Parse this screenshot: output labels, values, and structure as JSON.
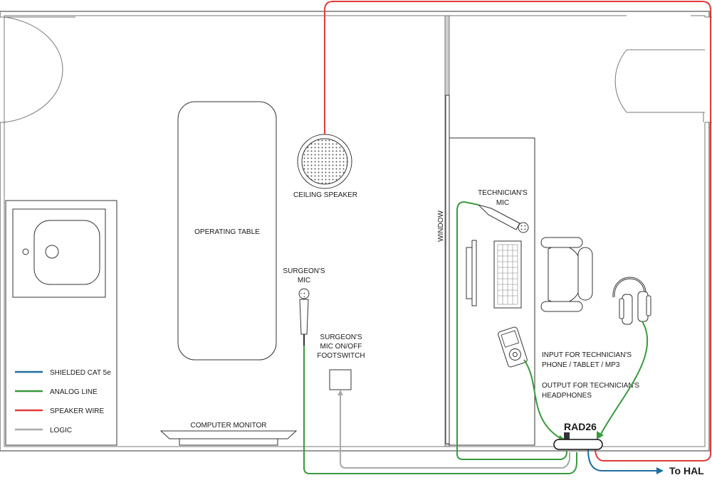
{
  "labels": {
    "operating_table": "OPERATING TABLE",
    "ceiling_speaker": "CEILING SPEAKER",
    "surgeons_mic": [
      "SURGEON'S",
      "MIC"
    ],
    "footswitch": [
      "SURGEON'S",
      "MIC ON/OFF",
      "FOOTSWITCH"
    ],
    "computer_monitor": "COMPUTER MONITOR",
    "window": "WINDOW",
    "technicians_mic": [
      "TECHNICIAN'S",
      "MIC"
    ],
    "input_note": [
      "INPUT FOR TECHNICIAN'S",
      "PHONE / TABLET / MP3"
    ],
    "output_note": [
      "OUTPUT FOR TECHNICIAN'S",
      "HEADPHONES"
    ],
    "rad26": "RAD26",
    "to_hal": "To HAL"
  },
  "legend": [
    {
      "label": "SHIELDED CAT 5e",
      "color": "#1f6e9c"
    },
    {
      "label": "ANALOG LINE",
      "color": "#3a9a3e"
    },
    {
      "label": "SPEAKER WIRE",
      "color": "#e23a3a"
    },
    {
      "label": "LOGIC",
      "color": "#a9a9a9"
    }
  ],
  "colors": {
    "cat5e": "#1f6e9c",
    "analog": "#3a9a3e",
    "speaker": "#e23a3a",
    "logic": "#a9a9a9",
    "wall": "#777777"
  }
}
